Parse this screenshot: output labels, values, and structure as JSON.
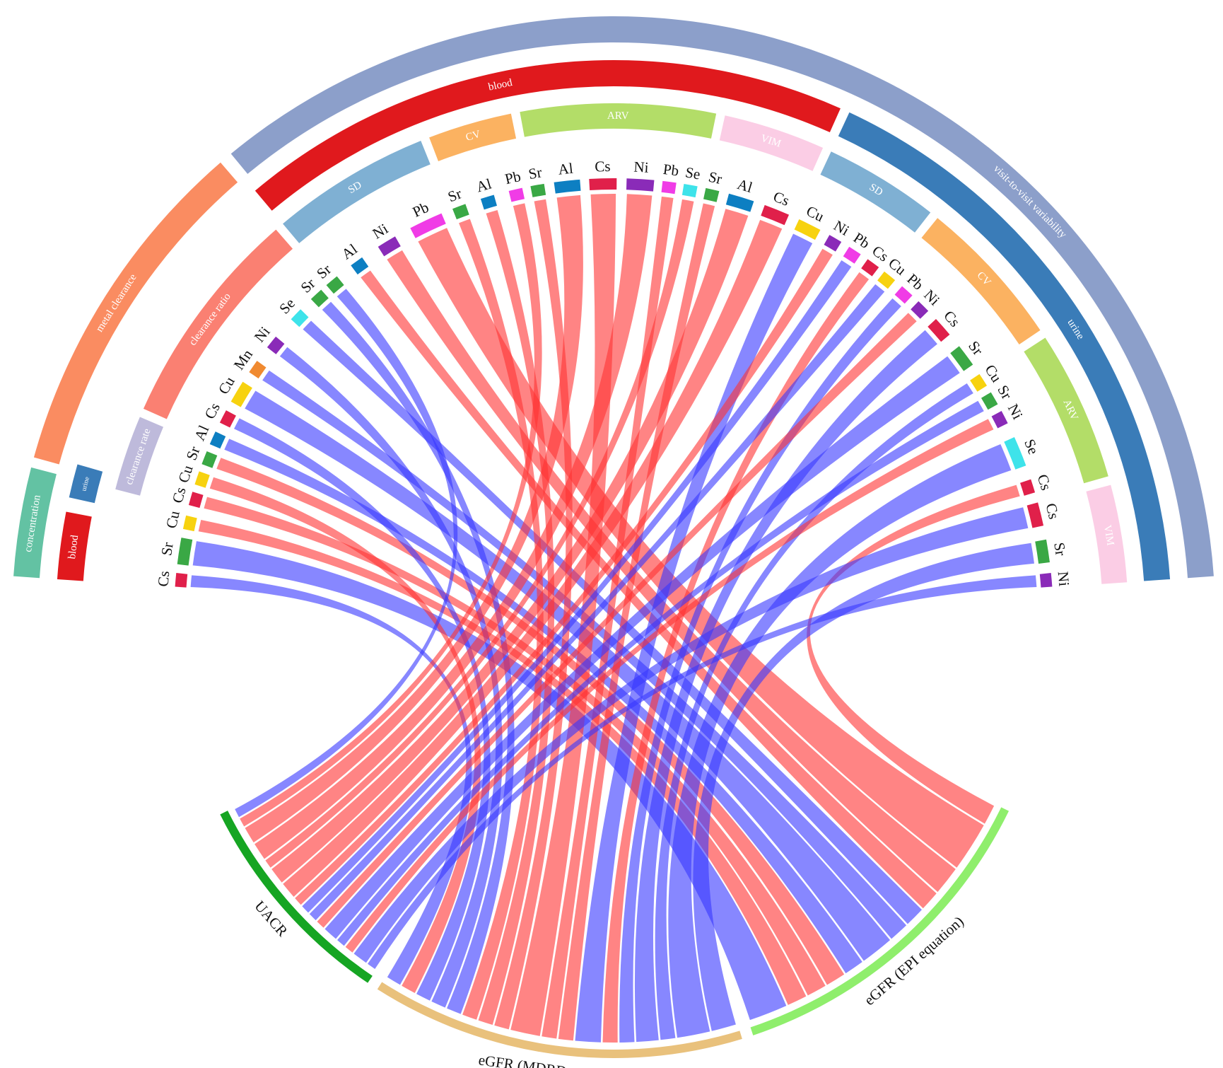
{
  "chart_data": {
    "type": "chord",
    "title": "",
    "element_colors": {
      "Cs": "#e0204a",
      "Sr": "#3aa845",
      "Cu": "#f7d20f",
      "Al": "#0d7fc2",
      "Mn": "#f08a30",
      "Ni": "#8a2bb8",
      "Se": "#3ee3ea",
      "Pb": "#f03ce6"
    },
    "link_colors": {
      "red": "rgba(255,50,50,0.6)",
      "blue": "rgba(55,55,255,0.6)"
    },
    "outer_track": [
      {
        "label": "concentration",
        "color": "#63c2a3"
      },
      {
        "label": "metal clearance",
        "color": "#fa8c61"
      },
      {
        "label": "visit-to-visit variability",
        "color": "#8c9fca"
      }
    ],
    "middle_track": [
      {
        "label": "blood",
        "color": "#e0191d"
      },
      {
        "label": "urine",
        "color": "#3a7cb8"
      },
      {
        "label": "blood",
        "color": "#e0191d"
      },
      {
        "label": "urine",
        "color": "#3a7cb8"
      }
    ],
    "inner_track": [
      {
        "label": "clearance rate",
        "color": "#bebadb"
      },
      {
        "label": "clearance ratio",
        "color": "#fa8072"
      },
      {
        "label": "SD",
        "color": "#7fb0d3"
      },
      {
        "label": "CV",
        "color": "#fbb261"
      },
      {
        "label": "ARV",
        "color": "#b3dd68"
      },
      {
        "label": "VIM",
        "color": "#fbcde5"
      },
      {
        "label": "SD",
        "color": "#7fb0d3"
      },
      {
        "label": "CV",
        "color": "#fbb261"
      },
      {
        "label": "ARV",
        "color": "#b3dd68"
      },
      {
        "label": "VIM",
        "color": "#fbcde5"
      }
    ],
    "targets": [
      {
        "label": "UACR",
        "color": "#16a523"
      },
      {
        "label": "eGFR (MDRD equation)",
        "color": "#e9c17c"
      },
      {
        "label": "eGFR (EPI equation)",
        "color": "#8fee6c"
      }
    ],
    "elements": [
      "Cs",
      "Sr",
      "Cu",
      "Cs",
      "Cu",
      "Sr",
      "Al",
      "Cs",
      "Cu",
      "Mn",
      "Ni",
      "Se",
      "Sr",
      "Sr",
      "Al",
      "Ni",
      "Pb",
      "Sr",
      "Al",
      "Pb",
      "Sr",
      "Al",
      "Cs",
      "Ni",
      "Pb",
      "Se",
      "Sr",
      "Al",
      "Cs",
      "Cu",
      "Ni",
      "Pb",
      "Cs",
      "Cu",
      "Pb",
      "Ni",
      "Cs",
      "Sr",
      "Cu",
      "Sr",
      "Ni",
      "Se",
      "Cs",
      "Cs",
      "Sr",
      "Ni"
    ],
    "links": [
      {
        "source": 0,
        "target": 1,
        "color": "blue"
      },
      {
        "source": 1,
        "target": 2,
        "color": "blue"
      },
      {
        "source": 2,
        "target": 2,
        "color": "red"
      },
      {
        "source": 3,
        "target": 2,
        "color": "red"
      },
      {
        "source": 4,
        "target": 1,
        "color": "red"
      },
      {
        "source": 5,
        "target": 2,
        "color": "red"
      },
      {
        "source": 6,
        "target": 2,
        "color": "blue"
      },
      {
        "source": 7,
        "target": 1,
        "color": "blue"
      },
      {
        "source": 8,
        "target": 2,
        "color": "blue"
      },
      {
        "source": 9,
        "target": 2,
        "color": "blue"
      },
      {
        "source": 10,
        "target": 1,
        "color": "blue"
      },
      {
        "source": 11,
        "target": 2,
        "color": "blue"
      },
      {
        "source": 12,
        "target": 1,
        "color": "blue"
      },
      {
        "source": 13,
        "target": 0,
        "color": "blue"
      },
      {
        "source": 14,
        "target": 2,
        "color": "red"
      },
      {
        "source": 15,
        "target": 2,
        "color": "red"
      },
      {
        "source": 16,
        "target": 2,
        "color": "red"
      },
      {
        "source": 17,
        "target": 1,
        "color": "red"
      },
      {
        "source": 18,
        "target": 1,
        "color": "red"
      },
      {
        "source": 19,
        "target": 0,
        "color": "red"
      },
      {
        "source": 20,
        "target": 1,
        "color": "red"
      },
      {
        "source": 21,
        "target": 0,
        "color": "red"
      },
      {
        "source": 22,
        "target": 1,
        "color": "red"
      },
      {
        "source": 23,
        "target": 0,
        "color": "red"
      },
      {
        "source": 24,
        "target": 1,
        "color": "red"
      },
      {
        "source": 25,
        "target": 0,
        "color": "red"
      },
      {
        "source": 26,
        "target": 1,
        "color": "red"
      },
      {
        "source": 27,
        "target": 0,
        "color": "red"
      },
      {
        "source": 28,
        "target": 0,
        "color": "red"
      },
      {
        "source": 29,
        "target": 1,
        "color": "blue"
      },
      {
        "source": 30,
        "target": 0,
        "color": "red"
      },
      {
        "source": 31,
        "target": 0,
        "color": "blue"
      },
      {
        "source": 32,
        "target": 1,
        "color": "red"
      },
      {
        "source": 33,
        "target": 0,
        "color": "blue"
      },
      {
        "source": 34,
        "target": 1,
        "color": "blue"
      },
      {
        "source": 35,
        "target": 0,
        "color": "red"
      },
      {
        "source": 36,
        "target": 1,
        "color": "blue"
      },
      {
        "source": 37,
        "target": 0,
        "color": "blue"
      },
      {
        "source": 38,
        "target": 1,
        "color": "blue"
      },
      {
        "source": 39,
        "target": 0,
        "color": "blue"
      },
      {
        "source": 40,
        "target": 0,
        "color": "red"
      },
      {
        "source": 41,
        "target": 1,
        "color": "blue"
      },
      {
        "source": 42,
        "target": 2,
        "color": "red"
      },
      {
        "source": 43,
        "target": 0,
        "color": "blue"
      },
      {
        "source": 44,
        "target": 1,
        "color": "blue"
      },
      {
        "source": 45,
        "target": 0,
        "color": "blue"
      }
    ]
  }
}
